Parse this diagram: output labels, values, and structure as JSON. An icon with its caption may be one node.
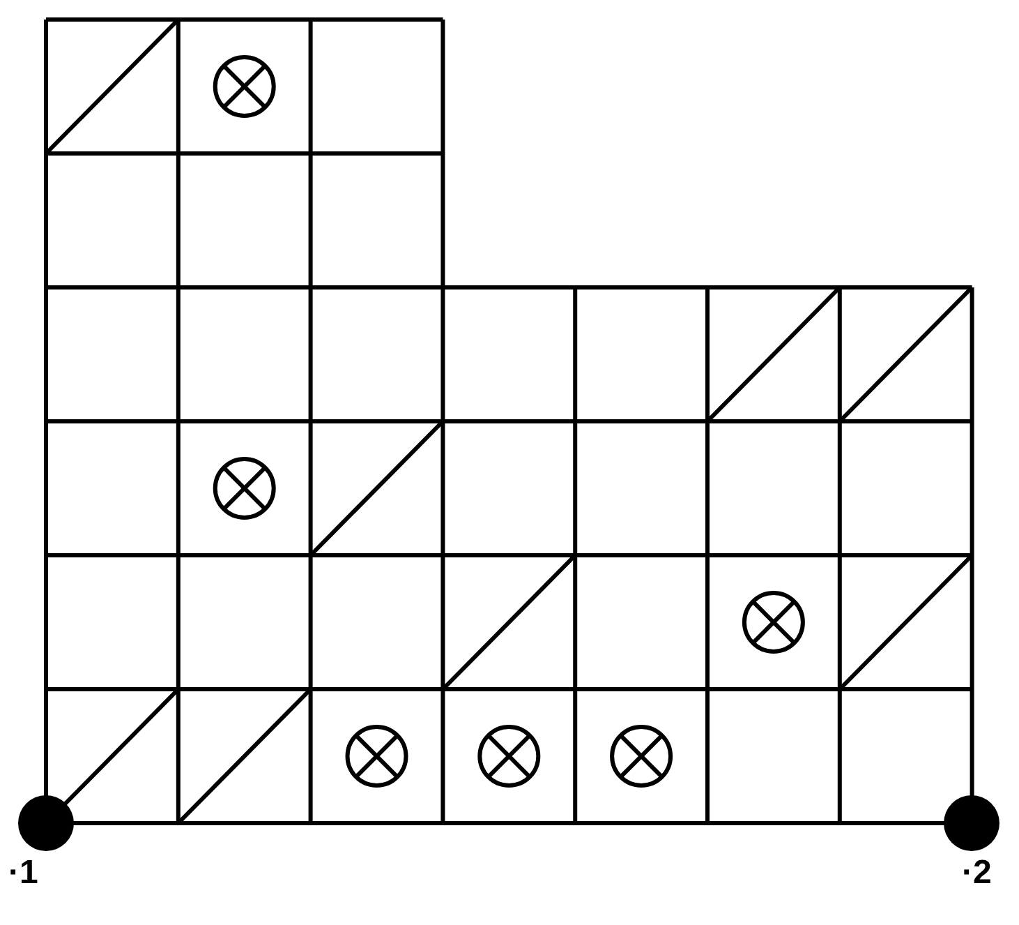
{
  "diagram": {
    "nodes": [
      {
        "text": [],
        "shape": "circle",
        "beside": [
          "·1"
        ]
      },
      {
        "text": [],
        "shape": "circle",
        "beside": [
          "·2"
        ]
      }
    ]
  }
}
